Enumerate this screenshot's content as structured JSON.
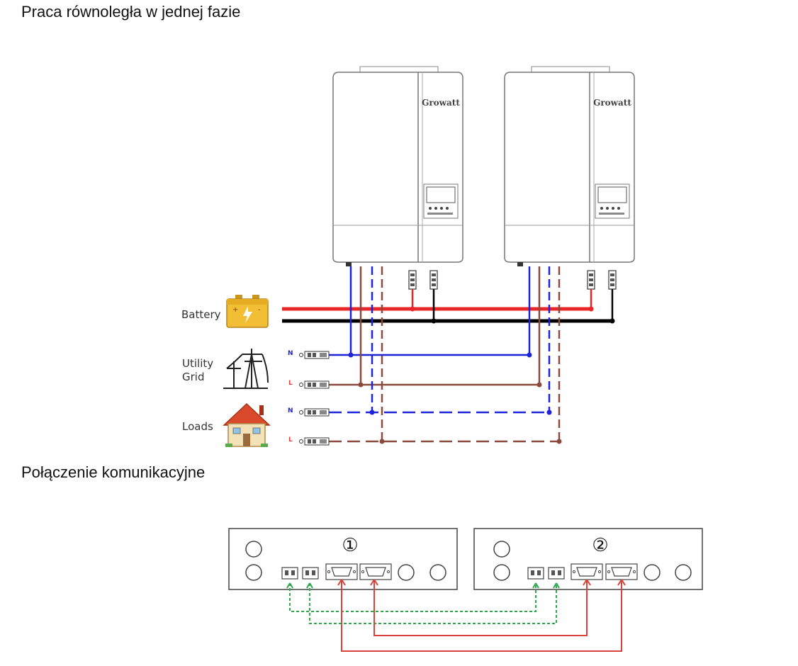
{
  "section_titles": {
    "parallel": "Praca równoległa w jednej fazie",
    "communication": "Połączenie komunikacyjne"
  },
  "inverters": [
    {
      "brand": "Growatt"
    },
    {
      "brand": "Growatt"
    }
  ],
  "sources": {
    "battery": "Battery",
    "utility_line1": "Utility",
    "utility_line2": "Grid",
    "loads": "Loads"
  },
  "conductors": {
    "neutral": "N",
    "line": "L"
  },
  "comm_panels": [
    {
      "number": "①"
    },
    {
      "number": "②"
    }
  ],
  "icons": [
    "battery-icon",
    "utility-pole-icon",
    "house-icon"
  ],
  "colors": {
    "battery_positive": "#e8262a",
    "battery_negative": "#000000",
    "neutral": "#1d24d8",
    "line": "#8b4a3d",
    "comm_green": "#2ea84a",
    "comm_red": "#d9443a"
  }
}
